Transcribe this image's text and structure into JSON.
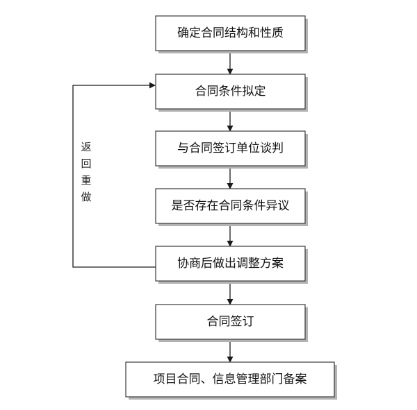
{
  "flowchart": {
    "steps": [
      {
        "id": "s1",
        "label": "确定合同结构和性质"
      },
      {
        "id": "s2",
        "label": "合同条件拟定"
      },
      {
        "id": "s3",
        "label": "与合同签订单位谈判"
      },
      {
        "id": "s4",
        "label": "是否存在合同条件异议"
      },
      {
        "id": "s5",
        "label": "协商后做出调整方案"
      },
      {
        "id": "s6",
        "label": "合同签订"
      },
      {
        "id": "s7",
        "label": "项目合同、信息管理部门备案"
      }
    ],
    "loop_label": "返回重做",
    "loop_label_chars": [
      "返",
      "回",
      "重",
      "做"
    ]
  }
}
